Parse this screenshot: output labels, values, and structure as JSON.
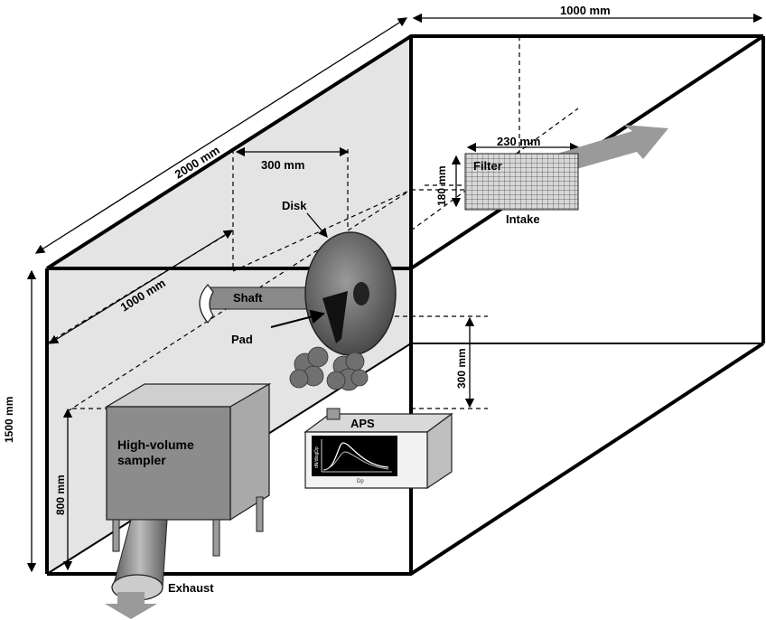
{
  "diagram": {
    "labels": {
      "width_top": "1000 mm",
      "depth_top": "2000 mm",
      "height_left": "1500 mm",
      "disk_offset": "300 mm",
      "disk_depth": "1000 mm",
      "intake_width": "230 mm",
      "intake_height": "180 mm",
      "shaft_to_aps": "300 mm",
      "sampler_height": "800 mm",
      "filter": "Filter",
      "intake": "Intake",
      "disk": "Disk",
      "shaft": "Shaft",
      "pad": "Pad",
      "aps": "APS",
      "sampler_line1": "High-volume",
      "sampler_line2": "sampler",
      "exhaust": "Exhaust",
      "aps_axis_y": "dN/dlogDp",
      "aps_axis_x": "Dp"
    },
    "colors": {
      "back_wall": "#e4e4e4",
      "sampler_front": "#8c8c8c",
      "sampler_top": "#cfcfcf",
      "sampler_side": "#a9a9a9",
      "arrow": "#9a9a9a",
      "disk": "#6f6f6f"
    }
  }
}
